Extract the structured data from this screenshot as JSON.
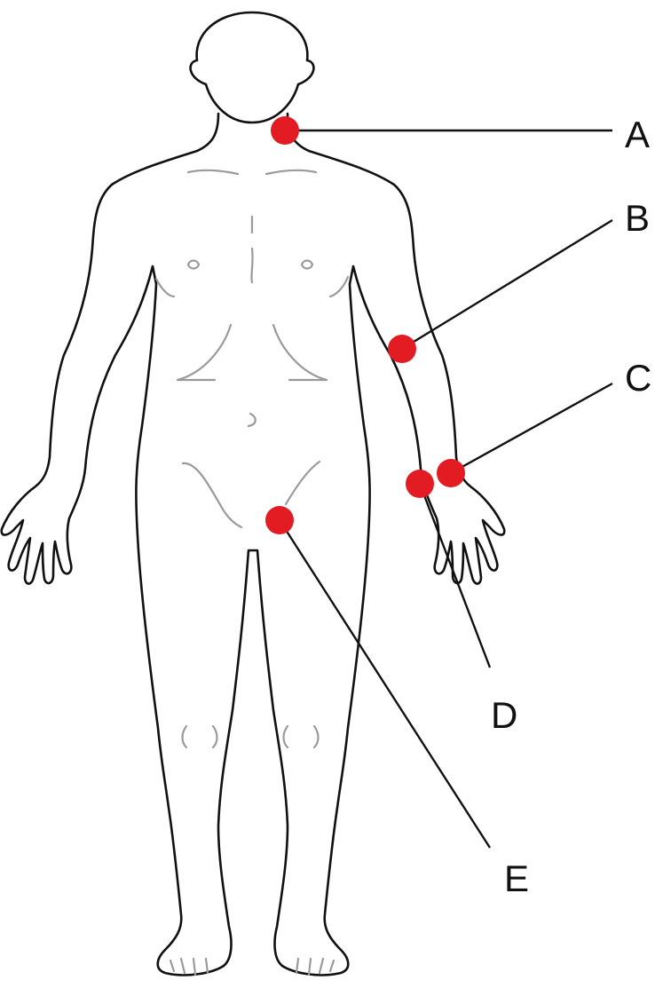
{
  "figure": {
    "marker_color": "#e31b23",
    "outline_color": "#111111",
    "detail_color": "#9a9a9a"
  },
  "labels": {
    "a": "A",
    "b": "B",
    "c": "C",
    "d": "D",
    "e": "E"
  }
}
